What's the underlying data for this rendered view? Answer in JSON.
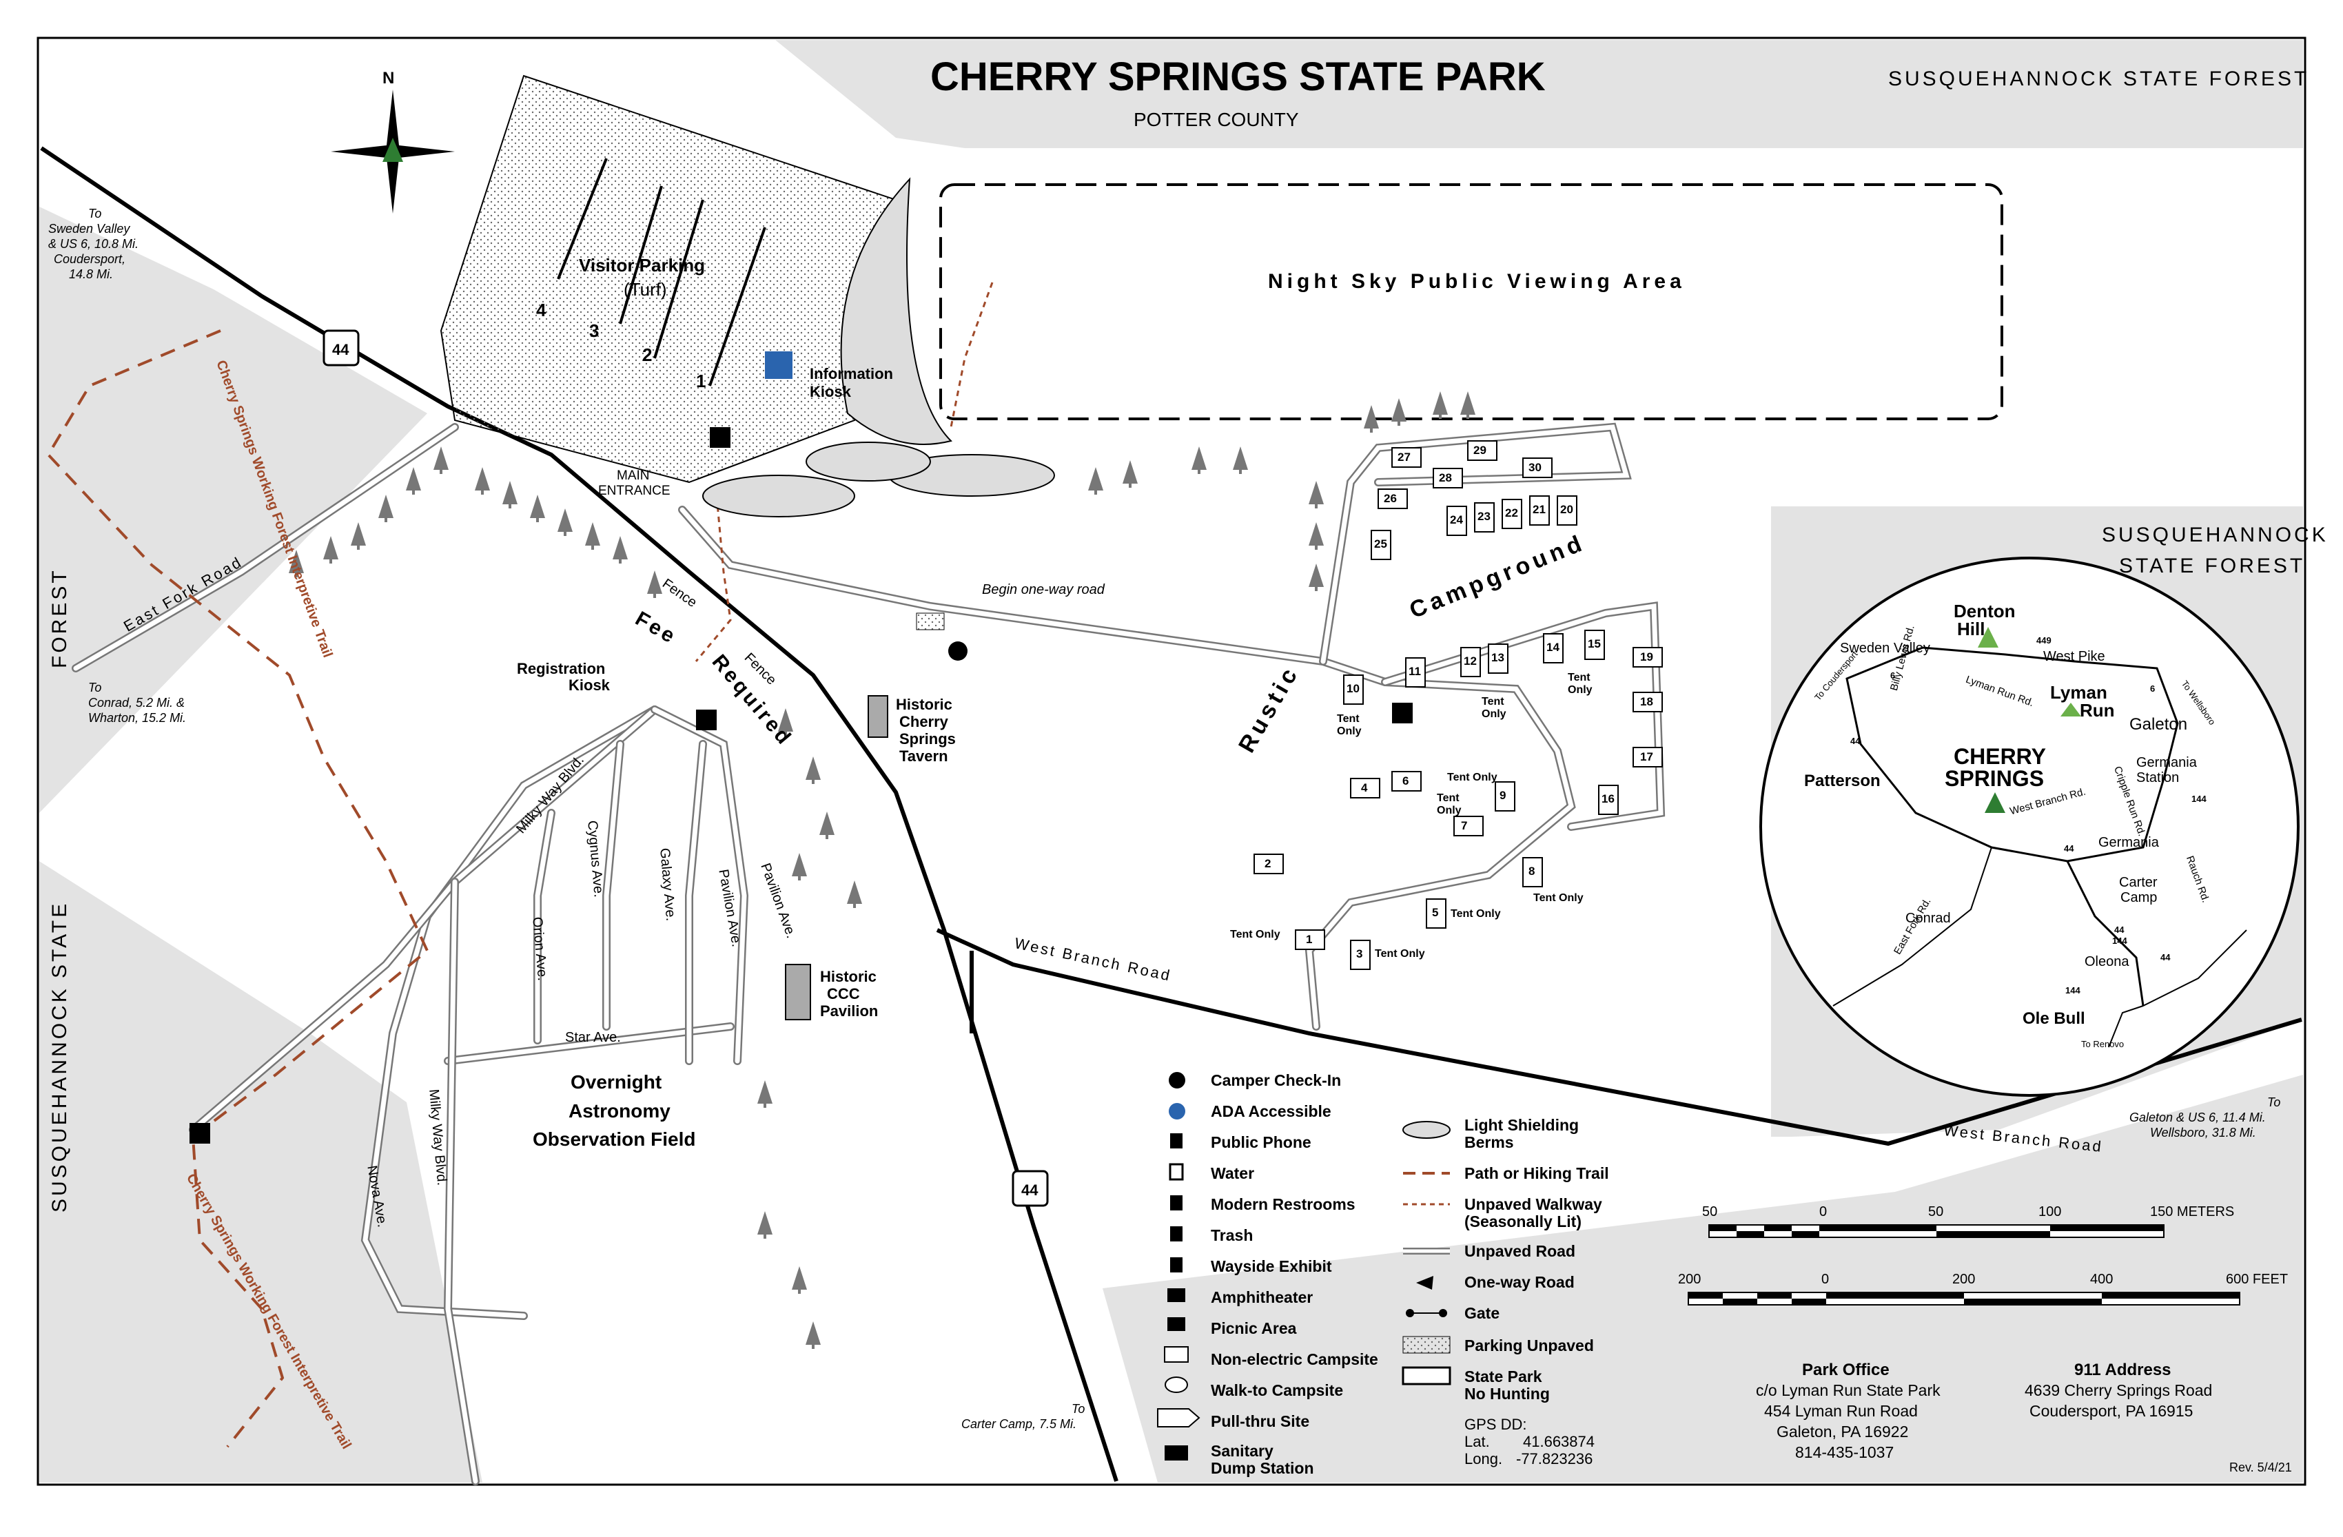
{
  "title": "CHERRY SPRINGS STATE PARK",
  "county": "POTTER COUNTY",
  "forest_top_right": "SUSQUEHANNOCK STATE FOREST",
  "forest_right": [
    "SUSQUEHANNOCK",
    "STATE FOREST"
  ],
  "forest_left": [
    "SUSQUEHANNOCK",
    "STATE",
    "FOREST"
  ],
  "compass_north": "N",
  "route_badge": "44",
  "map_labels": {
    "visitor_parking": "Visitor Parking",
    "turf": "(Turf)",
    "parking_rows": [
      "4",
      "3",
      "2",
      "1"
    ],
    "info_kiosk": [
      "Information",
      "Kiosk"
    ],
    "night_sky": "Night Sky Public Viewing Area",
    "main_entrance": [
      "MAIN",
      "ENTRANCE"
    ],
    "begin_one_way": "Begin one-way road",
    "registration_kiosk": [
      "Registration",
      "Kiosk"
    ],
    "fence": "Fence",
    "fee_required": [
      "Fee",
      "Required"
    ],
    "historic_tavern": [
      "Historic",
      "Cherry",
      "Springs",
      "Tavern"
    ],
    "historic_ccc": [
      "Historic",
      "CCC",
      "Pavilion"
    ],
    "rustic_campground": [
      "Rustic",
      "Campground"
    ],
    "overnight_field": [
      "Overnight",
      "Astronomy",
      "Observation Field"
    ],
    "milky_way_blvd": "Milky Way Blvd.",
    "cygnus_ave": "Cygnus Ave.",
    "galaxy_ave": "Galaxy Ave.",
    "pavilion_ave": "Pavilion Ave.",
    "orion_ave": "Orion Ave.",
    "star_ave": "Star Ave.",
    "nova_ave": "Nova Ave.",
    "west_branch_road": "West Branch Road",
    "east_fork_road": "East Fork Road",
    "trail_label": "Cherry Springs Working Forest Interpretive Trail",
    "to_sweden_valley": [
      "To",
      "Sweden Valley",
      "& US 6, 10.8 Mi.",
      "Coudersport,",
      "14.8 Mi."
    ],
    "to_conrad": [
      "To",
      "Conrad, 5.2 Mi. &",
      "Wharton, 15.2 Mi."
    ],
    "to_carter_camp": [
      "To",
      "Carter Camp, 7.5 Mi."
    ],
    "to_galeton": [
      "To",
      "Galeton & US 6, 11.4 Mi.",
      "Wellsboro, 31.8 Mi."
    ],
    "tent_only": "Tent Only"
  },
  "campsites": [
    "1",
    "2",
    "3",
    "4",
    "5",
    "6",
    "7",
    "8",
    "9",
    "10",
    "11",
    "12",
    "13",
    "14",
    "15",
    "16",
    "17",
    "18",
    "19",
    "20",
    "21",
    "22",
    "23",
    "24",
    "25",
    "26",
    "27",
    "28",
    "29",
    "30"
  ],
  "legend": [
    {
      "icon": "camper-checkin-icon",
      "label": "Camper Check-In"
    },
    {
      "icon": "ada-icon",
      "label": "ADA Accessible"
    },
    {
      "icon": "phone-icon",
      "label": "Public Phone"
    },
    {
      "icon": "water-icon",
      "label": "Water"
    },
    {
      "icon": "restroom-icon",
      "label": "Modern Restrooms"
    },
    {
      "icon": "trash-icon",
      "label": "Trash"
    },
    {
      "icon": "wayside-icon",
      "label": "Wayside Exhibit"
    },
    {
      "icon": "amphitheater-icon",
      "label": "Amphitheater"
    },
    {
      "icon": "picnic-icon",
      "label": "Picnic Area"
    },
    {
      "icon": "nonelectric-icon",
      "label": "Non-electric Campsite"
    },
    {
      "icon": "walkto-icon",
      "label": "Walk-to Campsite"
    },
    {
      "icon": "pullthru-icon",
      "label": "Pull-thru Site"
    },
    {
      "icon": "dump-station-icon",
      "label": "Sanitary",
      "label2": "Dump Station"
    }
  ],
  "legend2": [
    {
      "icon": "berm-icon",
      "label": "Light Shielding",
      "label2": "Berms"
    },
    {
      "icon": "path-icon",
      "label": "Path or Hiking Trail"
    },
    {
      "icon": "walkway-icon",
      "label": "Unpaved Walkway",
      "label2": "(Seasonally Lit)"
    },
    {
      "icon": "unpaved-road-icon",
      "label": "Unpaved Road"
    },
    {
      "icon": "oneway-icon",
      "label": "One-way Road"
    },
    {
      "icon": "gate-icon",
      "label": "Gate"
    },
    {
      "icon": "parking-icon",
      "label": "Parking Unpaved"
    },
    {
      "icon": "statepark-icon",
      "label": "State Park",
      "label2": "No Hunting"
    }
  ],
  "gps": {
    "heading": "GPS DD:",
    "lat_label": "Lat.",
    "lat": "41.663874",
    "long_label": "Long.",
    "long": "-77.823236"
  },
  "scale_meters": {
    "ticks": [
      "50",
      "0",
      "50",
      "100",
      "150 METERS"
    ]
  },
  "scale_feet": {
    "ticks": [
      "200",
      "0",
      "200",
      "400",
      "600 FEET"
    ]
  },
  "park_office": {
    "heading": "Park Office",
    "lines": [
      "c/o Lyman Run State Park",
      "454 Lyman Run Road",
      "Galeton, PA 16922",
      "814-435-1037"
    ]
  },
  "address_911": {
    "heading": "911 Address",
    "lines": [
      "4639 Cherry Springs Road",
      "Coudersport, PA 16915"
    ]
  },
  "revision": "Rev. 5/4/21",
  "inset": {
    "title": [
      "CHERRY",
      "SPRINGS"
    ],
    "places": [
      "Denton",
      "Hill",
      "Lyman",
      "Run",
      "Galeton",
      "Germania",
      "Station",
      "Germania",
      "Carter",
      "Camp",
      "Patterson",
      "Conrad",
      "Oleona",
      "Ole Bull",
      "Sweden Valley",
      "West Pike"
    ],
    "roads": [
      "Lyman Run Rd.",
      "Billy Lewis Rd.",
      "Cripple Run Rd.",
      "West Branch Rd.",
      "East Fork Rd.",
      "Rauch Rd.",
      "To Coudersport",
      "To Wellsboro",
      "To Renovo"
    ],
    "badges": [
      "449",
      "6",
      "6",
      "44",
      "44",
      "144",
      "144",
      "44",
      "144",
      "44"
    ]
  },
  "colors": {
    "gray": "#e3e3e3",
    "trail": "#a04a2a",
    "tree": "#777777",
    "ada": "#2a64ae"
  }
}
